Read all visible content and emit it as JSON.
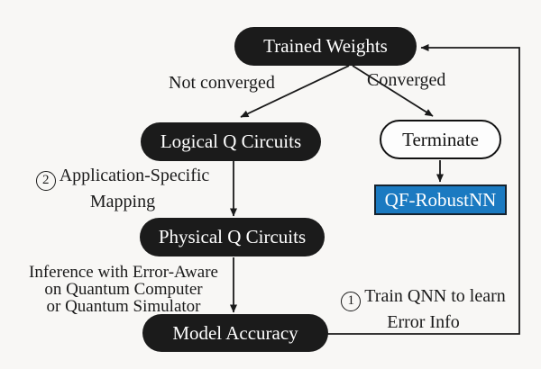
{
  "nodes": {
    "trained_weights": "Trained Weights",
    "logical_q_circuits": "Logical Q Circuits",
    "terminate": "Terminate",
    "physical_q_circuits": "Physical Q Circuits",
    "qf_robustnn": "QF-RobustNN",
    "model_accuracy": "Model Accuracy"
  },
  "labels": {
    "not_converged": "Not converged",
    "converged": "Converged",
    "step2": {
      "number": "2",
      "line1": "Application-Specific",
      "line2": "Mapping"
    },
    "inference": {
      "line1": "Inference with Error-Aware",
      "line2": "on Quantum Computer",
      "line3": "or Quantum Simulator"
    },
    "step1": {
      "number": "1",
      "line1": "Train QNN to learn",
      "line2": "Error Info"
    }
  },
  "colors": {
    "background": "#f8f7f5",
    "node_fill": "#1b1b1b",
    "node_text": "#ffffff",
    "terminate_fill": "#fdfdfd",
    "outline": "#111111",
    "accent_blue": "#1b7ac1",
    "line": "#1a1a1a"
  }
}
